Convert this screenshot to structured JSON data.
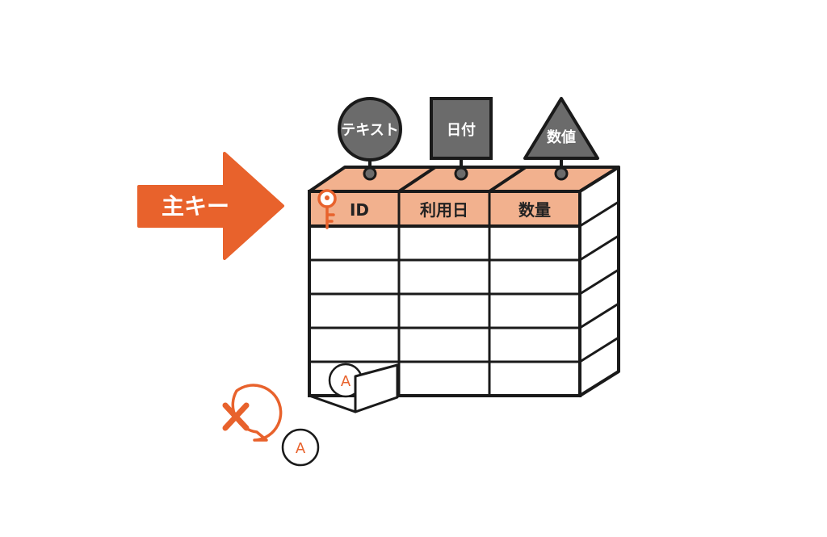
{
  "diagram": {
    "primary_key_label": "主キー",
    "columns": [
      {
        "label": "ID",
        "type_label": "テキスト",
        "type_shape": "circle"
      },
      {
        "label": "利用日",
        "type_label": "日付",
        "type_shape": "square"
      },
      {
        "label": "数量",
        "type_label": "数値",
        "type_shape": "triangle"
      }
    ],
    "record_marker_label": "A",
    "duplicate_marker_label": "A",
    "icons": {
      "key": "key-icon",
      "error": "cross-in-speech-bubble-icon"
    },
    "colors": {
      "accent": "#e8622c",
      "header_fill": "#f2b18e",
      "type_marker": "#6b6b6b",
      "outline": "#1a1a1a"
    }
  }
}
